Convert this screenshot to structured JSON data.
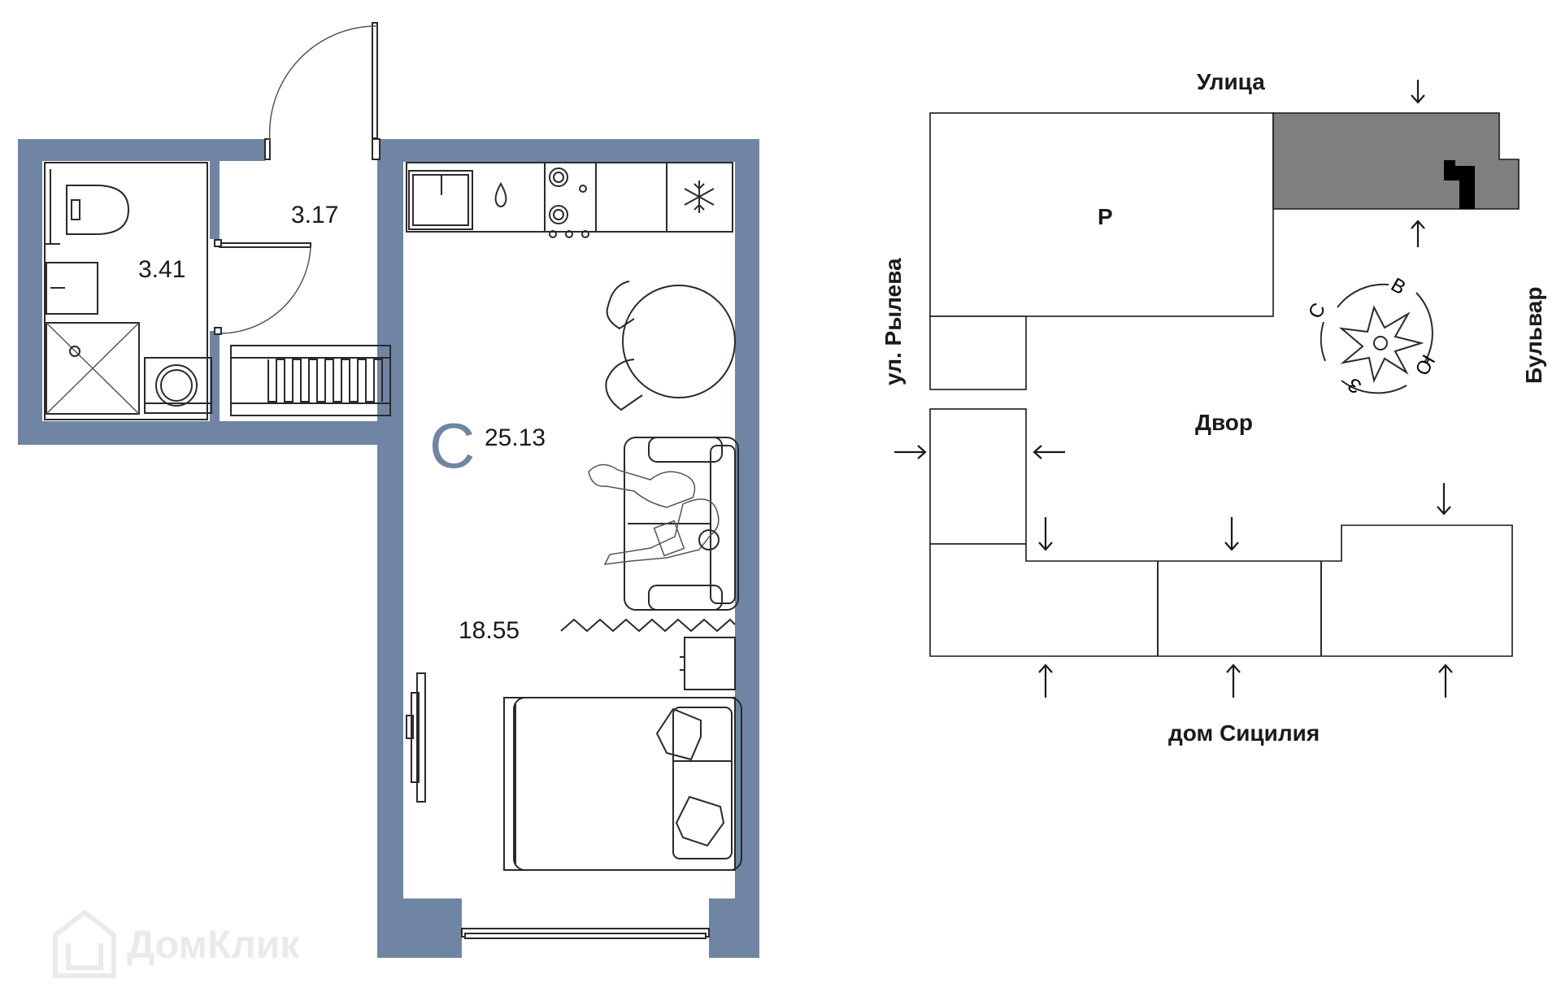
{
  "floorplan": {
    "rooms": [
      {
        "id": "bathroom",
        "area": "3.41"
      },
      {
        "id": "hall",
        "area": "3.17"
      },
      {
        "id": "living",
        "area": "18.55"
      }
    ],
    "type_letter": "С",
    "total_area": "25.13",
    "colors": {
      "wall": "#7085a3",
      "line": "#2a2a2a"
    }
  },
  "siteplan": {
    "street_top": "Улица",
    "street_left": "ул. Рылева",
    "street_right": "Бульвар",
    "yard": "Двор",
    "bottom_label": "дом Сицилия",
    "block_letter": "Р",
    "compass": {
      "north": "С",
      "east": "В",
      "south": "Ю",
      "west": "З"
    },
    "colors": {
      "highlight_block": "#7f7f7f",
      "marker": "#000000"
    }
  },
  "watermark": {
    "text": "ДомКлик"
  }
}
